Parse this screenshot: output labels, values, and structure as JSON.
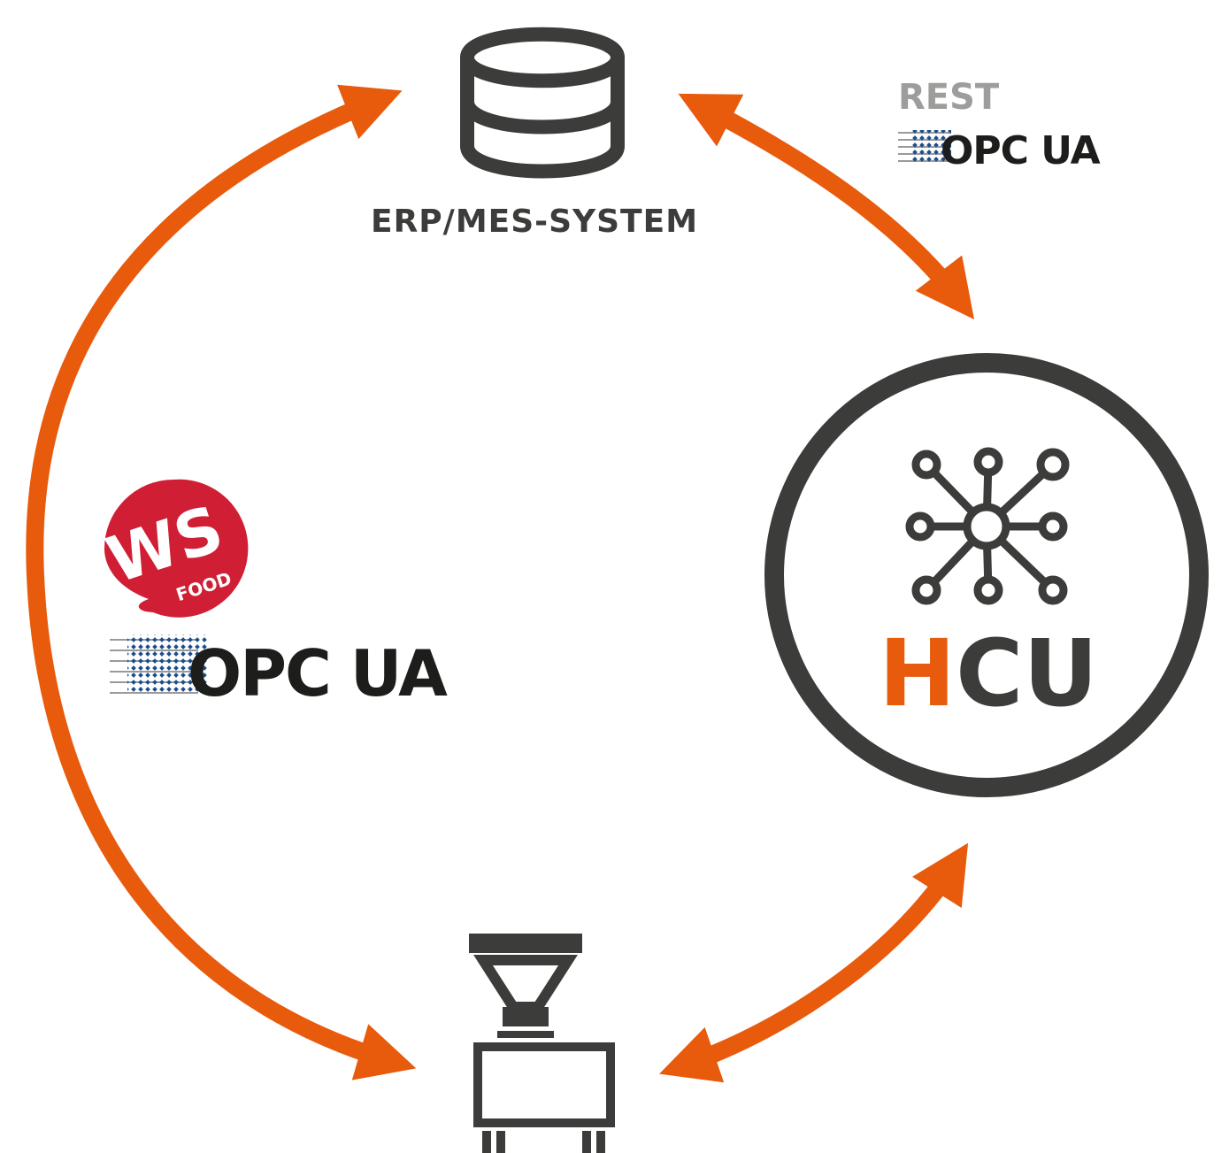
{
  "colors": {
    "arrow": "#E85A0C",
    "dark": "#3C3C3B",
    "grey_label": "#9D9D9C",
    "ws_red": "#D01F35",
    "opc_blue": "#1B4E8C"
  },
  "erp": {
    "icon": "database-icon",
    "label": "ERP/MES-SYSTEM"
  },
  "protocols_top": {
    "rest": "REST",
    "opcua": "OPC UA"
  },
  "protocols_left": {
    "wsfood_logo_text": "WS",
    "wsfood_logo_sub": "FOOD",
    "opcua": "OPC UA"
  },
  "hcu": {
    "icon": "network-hub-icon",
    "label_accent": "H",
    "label_rest": "CU"
  },
  "machine": {
    "icon": "hopper-machine-icon"
  }
}
